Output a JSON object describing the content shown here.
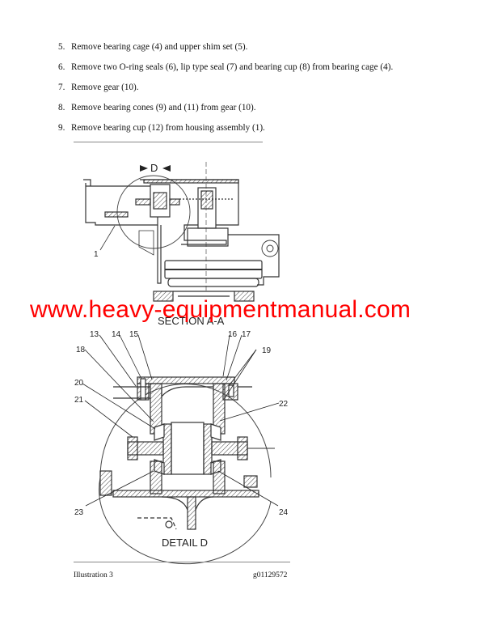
{
  "instructions": [
    {
      "num": "5.",
      "text": "Remove bearing cage (4) and upper shim set (5)."
    },
    {
      "num": "6.",
      "text": "Remove two O-ring seals (6), lip type seal (7) and bearing cup (8) from bearing cage (4)."
    },
    {
      "num": "7.",
      "text": "Remove gear (10)."
    },
    {
      "num": "8.",
      "text": "Remove bearing cones (9) and (11) from gear (10)."
    },
    {
      "num": "9.",
      "text": "Remove bearing cup (12) from housing assembly (1)."
    }
  ],
  "figure": {
    "section_view": {
      "view_marker": "D",
      "callouts": [
        "1"
      ],
      "title": "SECTION A-A"
    },
    "detail_view": {
      "title": "DETAIL D",
      "callouts": [
        "13",
        "14",
        "15",
        "16",
        "17",
        "18",
        "19",
        "20",
        "21",
        "22",
        "23",
        "24"
      ]
    }
  },
  "watermark": {
    "text": "www.heavy-equipmentmanual.com",
    "color": "#ff0000"
  },
  "caption": {
    "label": "Illustration 3",
    "graphic_id": "g01129572"
  }
}
